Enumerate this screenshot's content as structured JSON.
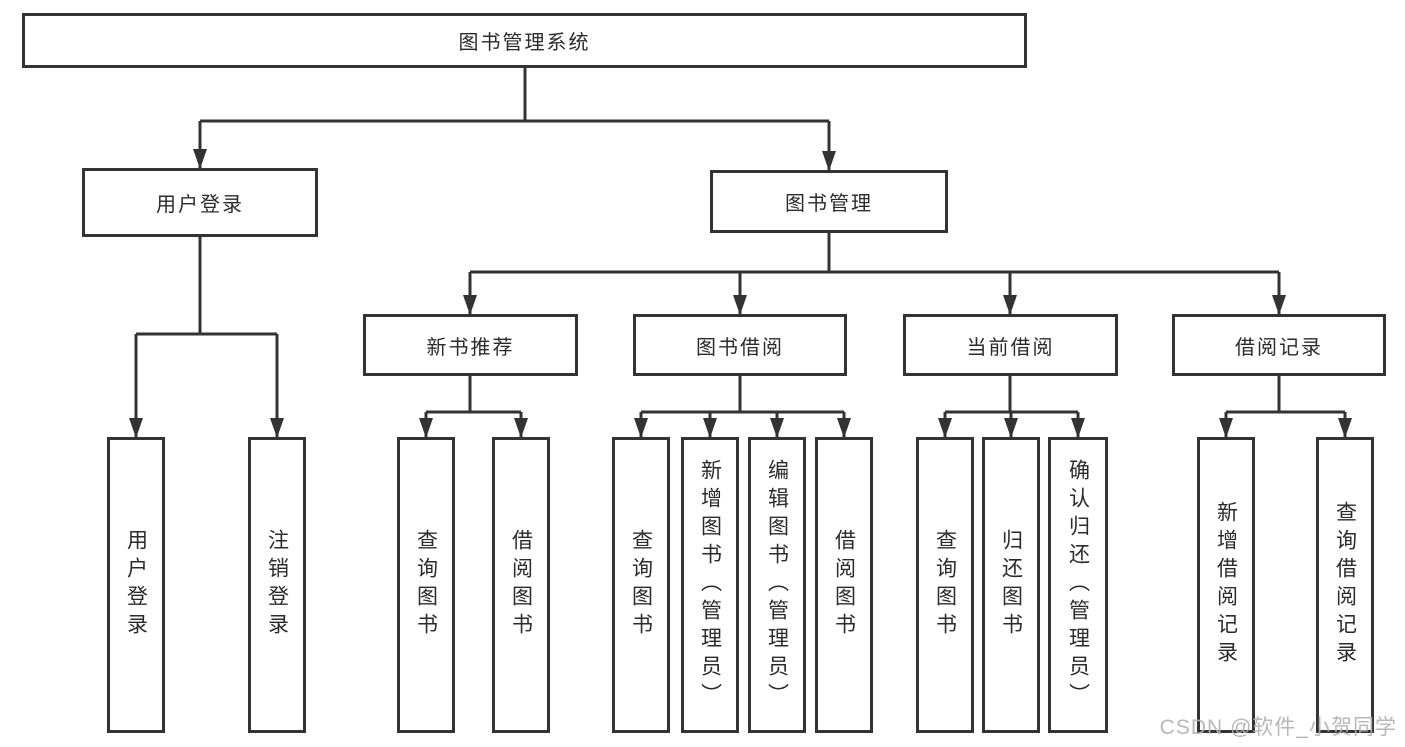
{
  "tree": {
    "root": {
      "label": "图书管理系统"
    },
    "children": [
      {
        "label": "用户登录",
        "children": [
          {
            "label": "用户登录"
          },
          {
            "label": "注销登录"
          }
        ]
      },
      {
        "label": "图书管理",
        "children": [
          {
            "label": "新书推荐",
            "children": [
              {
                "label": "查询图书"
              },
              {
                "label": "借阅图书"
              }
            ]
          },
          {
            "label": "图书借阅",
            "children": [
              {
                "label": "查询图书"
              },
              {
                "label": "新增图书（管理员）"
              },
              {
                "label": "编辑图书（管理员）"
              },
              {
                "label": "借阅图书"
              }
            ]
          },
          {
            "label": "当前借阅",
            "children": [
              {
                "label": "查询图书"
              },
              {
                "label": "归还图书"
              },
              {
                "label": "确认归还（管理员）"
              }
            ]
          },
          {
            "label": "借阅记录",
            "children": [
              {
                "label": "新增借阅记录"
              },
              {
                "label": "查询借阅记录"
              }
            ]
          }
        ]
      }
    ]
  },
  "watermark": {
    "text": "CSDN @软件_小贺同学"
  },
  "colors": {
    "line": "#333333",
    "text": "#2b2b2b",
    "background": "#ffffff",
    "watermark": "#b1b1b1"
  }
}
